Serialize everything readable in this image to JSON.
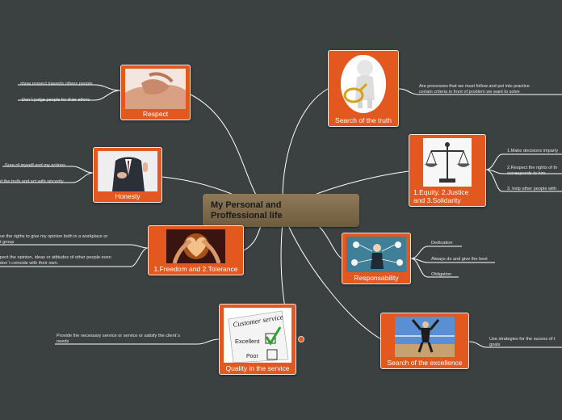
{
  "central": {
    "title": "My Personal and\nProffessional life"
  },
  "nodes": {
    "respect": {
      "label": "Respect",
      "image": "hands-holding-image"
    },
    "honesty": {
      "label": "Honesty",
      "image": "businessman-hand-on-heart-image"
    },
    "freedom": {
      "label": "1.Freedom and 2.Tolerance",
      "image": "hands-forming-heart-image"
    },
    "quality": {
      "label": "Quality in the service",
      "image": "customer-service-checklist-image"
    },
    "search_truth": {
      "label": "Search of the truth",
      "image": "figure-with-magnifying-glass-image"
    },
    "equity": {
      "label": "1.Equity, 2.Justice\nand 3.Solidarity",
      "image": "scales-of-justice-image"
    },
    "responsability": {
      "label": "Responsability",
      "image": "business-people-network-image"
    },
    "excellence": {
      "label": "Search of the excellence",
      "image": "businessman-winning-race-image"
    }
  },
  "quality_checklist": {
    "heading": "Customer service",
    "excellent": "Excellent",
    "poor": "Poor"
  },
  "leaves": {
    "respect_1": "show respect towards others people",
    "respect_2": "Don´t judge people for thier ethnic",
    "honesty_1": "Sure of myself and my actions",
    "honesty_2": "d the truth and act with sincerity",
    "freedom_1": "ve the rigths to give my opinion both in a workplace or\nt group",
    "freedom_2": "pect the opinion, ideas or attitudes of other people even\n don´t coincide with their own.",
    "quality_1": "Provide the necessary service or service or satisfy the client´s\nneeds",
    "truth_1": "Are processes that we must follow and put into practice\ncertain criteria in front of problem we want to solve",
    "equity_1": "1.Make decisions imparty",
    "equity_2": "2.Respect the rights of th\ncorresponds to him",
    "equity_3": "3. help other people with",
    "resp_1": "Dedication",
    "resp_2": "Always do and give the best",
    "resp_3": "Obligation",
    "excel_1": "Use strategies for the sucess of t\ngoals"
  },
  "colors": {
    "background": "#3b4041",
    "node": "#e2581f",
    "central": "#8a7450",
    "connector": "#ffffff"
  }
}
